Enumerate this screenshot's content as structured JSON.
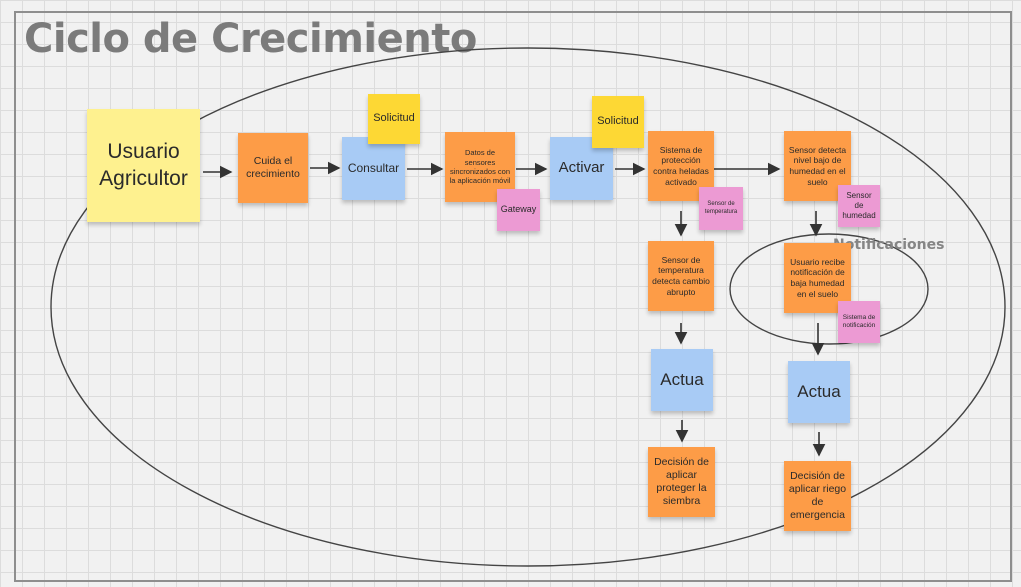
{
  "board": {
    "title": "Ciclo de Crecimiento",
    "notifications_label": "Notificaciones"
  },
  "notes": {
    "usuario": "Usuario Agricultor",
    "cuida": "Cuida el crecimiento",
    "solicitud_1": "Solicitud",
    "consultar": "Consultar",
    "datos": "Datos de sensores sincronizados con la aplicación móvil",
    "gateway": "Gateway",
    "solicitud_2": "Solicitud",
    "activar": "Activar",
    "sistema_heladas": "Sistema de protección contra heladas activado",
    "sensor_temp_small": "Sensor de temperatura",
    "sensor_temp_cambio": "Sensor de temperatura detecta cambio abrupto",
    "actua_1": "Actua",
    "decision_proteger": "Decisión de aplicar proteger la siembra",
    "sensor_humedad_bajo": "Sensor detecta nivel bajo de humedad en el suelo",
    "sensor_humedad": "Sensor de humedad",
    "usuario_recibe": "Usuario recibe notificación de baja humedad en el suelo",
    "sistema_notif": "Sistema de notificación",
    "actua_2": "Actua",
    "decision_riego": "Decisión de aplicar riego de emergencia"
  },
  "colors": {
    "yellow": "#fef18f",
    "gold": "#fdd834",
    "orange": "#fd9c47",
    "blue": "#a8cbf5",
    "pink": "#ec9ad3",
    "line": "#333333"
  }
}
